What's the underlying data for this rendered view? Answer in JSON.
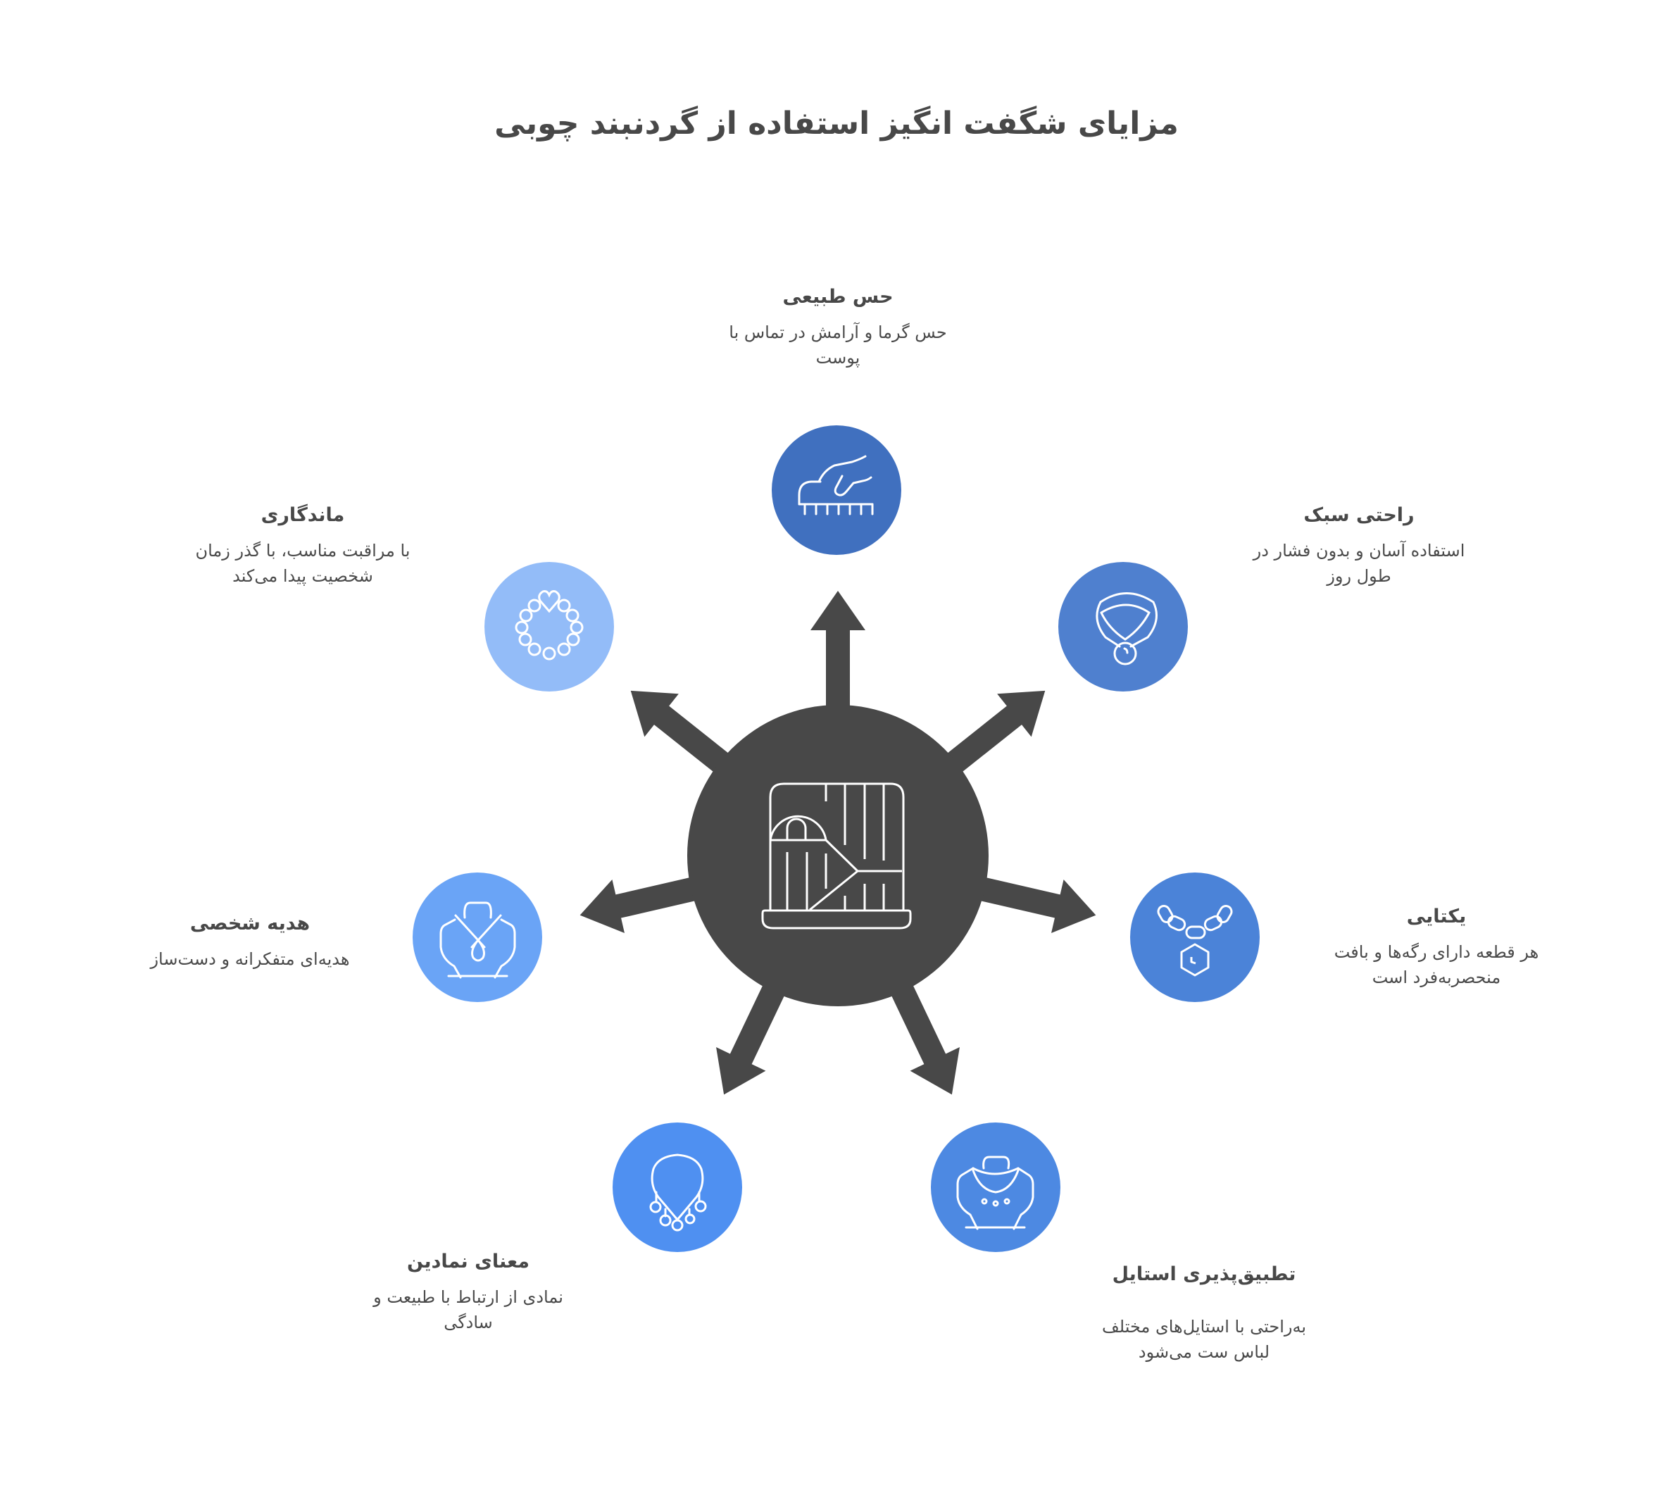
{
  "title": "مزایای شگفت انگیز استفاده از گردنبند چوبی",
  "hub": {
    "icon": "wooden-box-icon",
    "color": "#484848"
  },
  "colors": {
    "arrow": "#484848",
    "icon_stroke": "#ffffff"
  },
  "nodes": [
    {
      "id": "natural-feel",
      "title": "حس طبیعی",
      "desc": "حس گرما و آرامش در تماس با پوست",
      "icon": "hand-touch-icon",
      "color": "#4070bf"
    },
    {
      "id": "lightweight-comfort",
      "title": "راحتی سبک",
      "desc": "استفاده آسان و بدون فشار در طول روز",
      "icon": "pendant-collar-icon",
      "color": "#4f80cf"
    },
    {
      "id": "uniqueness",
      "title": "یکتایی",
      "desc": "هر قطعه دارای رگه‌ها و بافت منحصربه‌فرد است",
      "icon": "chain-hexagon-icon",
      "color": "#4b83d8"
    },
    {
      "id": "style-adaptability",
      "title": "تطبیق‌پذیری استایل",
      "desc": "به‌راحتی با استایل‌های مختلف لباس ست می‌شود",
      "icon": "bust-necklace-icon",
      "color": "#4d89e2"
    },
    {
      "id": "symbolic-meaning",
      "title": "معنای نمادین",
      "desc": "نمادی از ارتباط با طبیعت و سادگی",
      "icon": "charm-necklace-icon",
      "color": "#4f90f1"
    },
    {
      "id": "personal-gift",
      "title": "هدیه شخصی",
      "desc": "هدیه‌ای متفکرانه و دست‌ساز",
      "icon": "bust-drop-pendant-icon",
      "color": "#6aa4f6"
    },
    {
      "id": "durability",
      "title": "ماندگاری",
      "desc": "با مراقبت مناسب، با گذر زمان شخصیت پیدا می‌کند",
      "icon": "heart-bead-bracelet-icon",
      "color": "#93bcf8"
    }
  ]
}
